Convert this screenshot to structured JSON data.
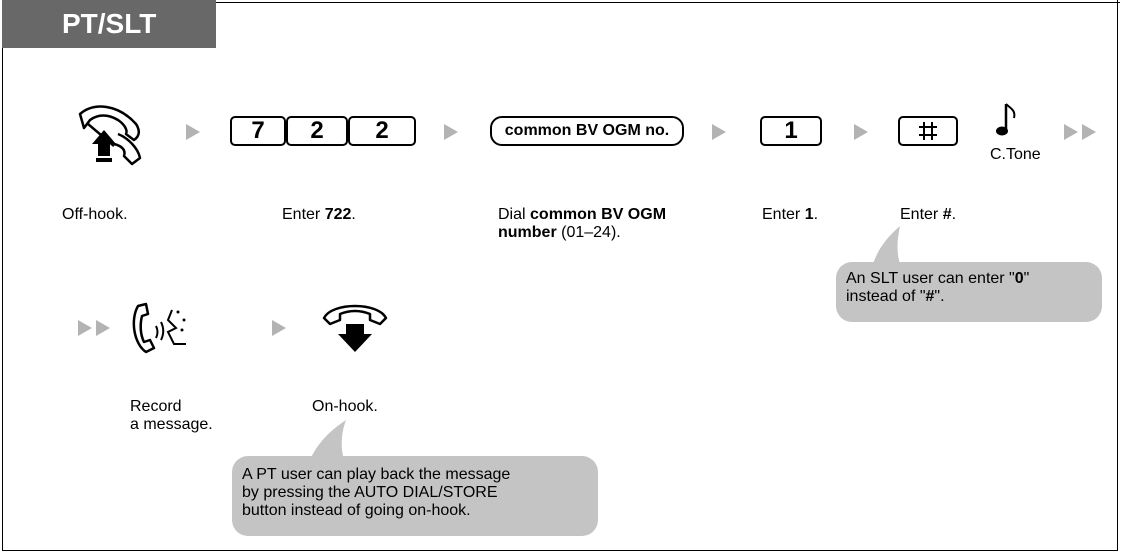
{
  "header": {
    "tab_label": "PT/SLT"
  },
  "row1": {
    "keys": [
      "7",
      "2",
      "2"
    ],
    "ogm_key": "common BV OGM no.",
    "key_one": "1",
    "tone_label": "C.Tone",
    "captions": {
      "offhook": "Off-hook.",
      "enter722_prefix": "Enter ",
      "enter722_bold": "722",
      "enter722_suffix": ".",
      "dial_prefix": "Dial ",
      "dial_bold1": "common BV OGM",
      "dial_bold2": "number",
      "dial_suffix": " (01–24).",
      "enter1_prefix": "Enter ",
      "enter1_bold": "1",
      "enter1_suffix": ".",
      "enterhash_prefix": "Enter ",
      "enterhash_bold": "#",
      "enterhash_suffix": "."
    },
    "note": {
      "line1_prefix": "An SLT user can enter \"",
      "line1_bold": "0",
      "line1_suffix": "\"",
      "line2_prefix": "instead of \"",
      "line2_bold": "#",
      "line2_suffix": "\"."
    }
  },
  "row2": {
    "captions": {
      "record_line1": "Record",
      "record_line2": "a message.",
      "onhook": "On-hook."
    },
    "note": {
      "line1": "A PT user can play back the message",
      "line2": "by pressing the AUTO DIAL/STORE",
      "line3": "button instead of going on-hook."
    }
  }
}
